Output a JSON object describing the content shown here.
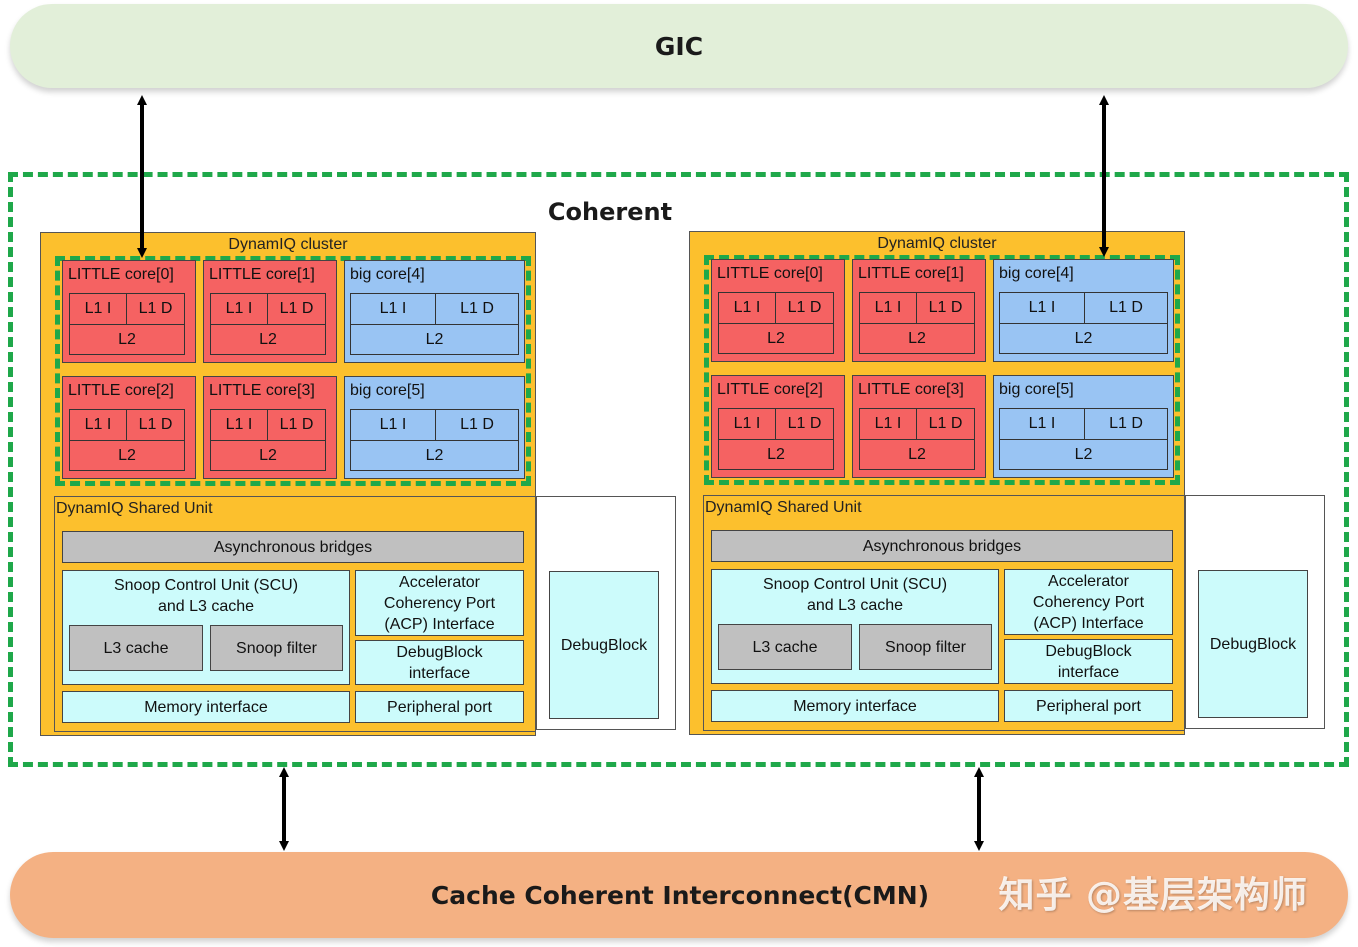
{
  "gic": {
    "label": "GIC"
  },
  "coherent": {
    "label": "Coherent"
  },
  "cmn": {
    "label": "Cache Coherent Interconnect(CMN)"
  },
  "watermark": {
    "text": "知乎 @基层架构师"
  },
  "clusters": [
    {
      "title": "DynamIQ cluster",
      "cores": [
        {
          "name": "LITTLE core[0]",
          "type": "little",
          "l1i": "L1 I",
          "l1d": "L1 D",
          "l2": "L2"
        },
        {
          "name": "LITTLE core[1]",
          "type": "little",
          "l1i": "L1 I",
          "l1d": "L1 D",
          "l2": "L2"
        },
        {
          "name": "big core[4]",
          "type": "big",
          "l1i": "L1 I",
          "l1d": "L1 D",
          "l2": "L2"
        },
        {
          "name": "LITTLE core[2]",
          "type": "little",
          "l1i": "L1 I",
          "l1d": "L1 D",
          "l2": "L2"
        },
        {
          "name": "LITTLE core[3]",
          "type": "little",
          "l1i": "L1 I",
          "l1d": "L1 D",
          "l2": "L2"
        },
        {
          "name": "big core[5]",
          "type": "big",
          "l1i": "L1 I",
          "l1d": "L1 D",
          "l2": "L2"
        }
      ],
      "dsu": {
        "title": "DynamIQ Shared Unit",
        "async_bridges": "Asynchronous bridges",
        "scu_title_line1": "Snoop Control Unit (SCU)",
        "scu_title_line2": "and L3 cache",
        "l3_cache": "L3 cache",
        "snoop_filter": "Snoop filter",
        "acp_line1": "Accelerator",
        "acp_line2": "Coherency Port",
        "acp_line3": "(ACP) Interface",
        "debug_if_line1": "DebugBlock",
        "debug_if_line2": "interface",
        "memory_interface": "Memory interface",
        "peripheral_port": "Peripheral port"
      },
      "debug_block": "DebugBlock"
    },
    {
      "title": "DynamIQ cluster",
      "cores": [
        {
          "name": "LITTLE core[0]",
          "type": "little",
          "l1i": "L1 I",
          "l1d": "L1 D",
          "l2": "L2"
        },
        {
          "name": "LITTLE core[1]",
          "type": "little",
          "l1i": "L1 I",
          "l1d": "L1 D",
          "l2": "L2"
        },
        {
          "name": "big core[4]",
          "type": "big",
          "l1i": "L1 I",
          "l1d": "L1 D",
          "l2": "L2"
        },
        {
          "name": "LITTLE core[2]",
          "type": "little",
          "l1i": "L1 I",
          "l1d": "L1 D",
          "l2": "L2"
        },
        {
          "name": "LITTLE core[3]",
          "type": "little",
          "l1i": "L1 I",
          "l1d": "L1 D",
          "l2": "L2"
        },
        {
          "name": "big core[5]",
          "type": "big",
          "l1i": "L1 I",
          "l1d": "L1 D",
          "l2": "L2"
        }
      ],
      "dsu": {
        "title": "DynamIQ Shared Unit",
        "async_bridges": "Asynchronous bridges",
        "scu_title_line1": "Snoop Control Unit (SCU)",
        "scu_title_line2": "and L3 cache",
        "l3_cache": "L3 cache",
        "snoop_filter": "Snoop filter",
        "acp_line1": "Accelerator",
        "acp_line2": "Coherency Port",
        "acp_line3": "(ACP) Interface",
        "debug_if_line1": "DebugBlock",
        "debug_if_line2": "interface",
        "memory_interface": "Memory interface",
        "peripheral_port": "Peripheral port"
      },
      "debug_block": "DebugBlock"
    }
  ],
  "colors": {
    "gic_fill": "#e2efd9",
    "cmn_fill": "#f4b183",
    "coherent_dash": "#1fa84a",
    "cluster_fill": "#fcc02d",
    "little_core": "#f56262",
    "big_core": "#99c4f3",
    "dsu_block": "#ccfbfb",
    "gray_block": "#c0c0c0"
  }
}
